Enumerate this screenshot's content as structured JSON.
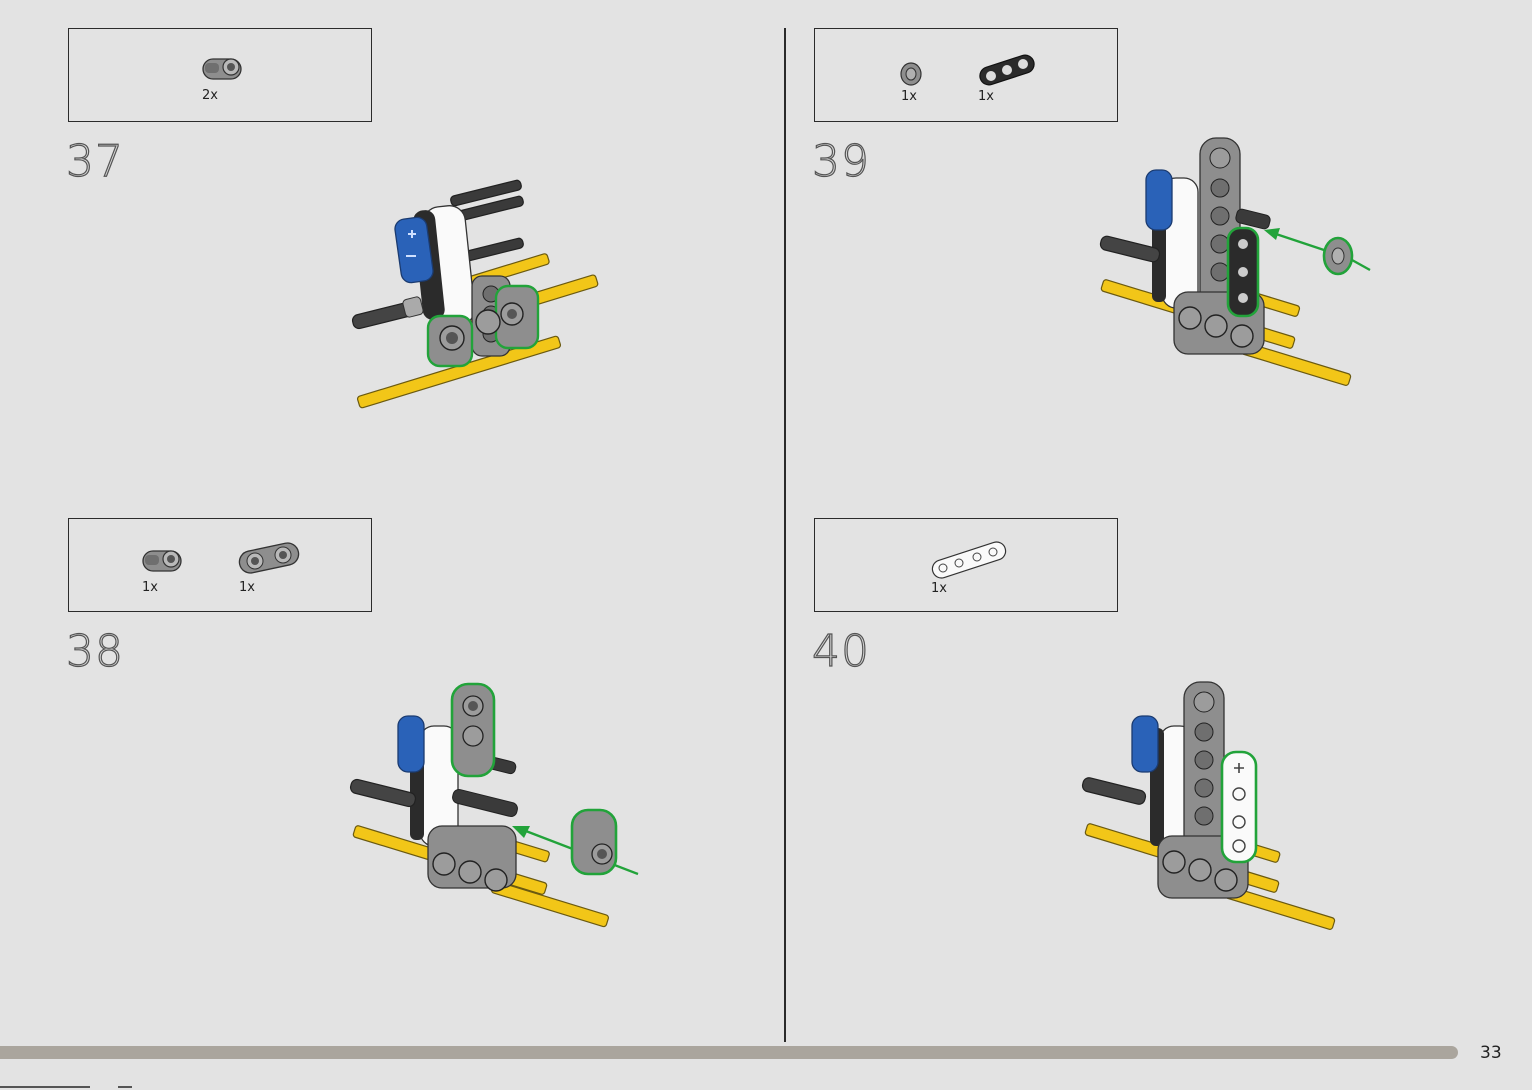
{
  "steps": [
    {
      "number": "37",
      "parts": [
        {
          "name": "grey-cross-connector",
          "qty": "2x"
        }
      ]
    },
    {
      "number": "38",
      "parts": [
        {
          "name": "grey-cross-connector",
          "qty": "1x"
        },
        {
          "name": "grey-double-cross-connector",
          "qty": "1x"
        }
      ]
    },
    {
      "number": "39",
      "parts": [
        {
          "name": "grey-bush",
          "qty": "1x"
        },
        {
          "name": "black-liftarm-3",
          "qty": "1x"
        }
      ]
    },
    {
      "number": "40",
      "parts": [
        {
          "name": "white-liftarm-4",
          "qty": "1x"
        }
      ]
    }
  ],
  "footer": {
    "page_number": "33"
  },
  "colors": {
    "background": "#e3e3e3",
    "highlight_green": "#22a33a",
    "axle_yellow": "#f2c618",
    "liftarm_grey": "#8e8e8e",
    "panel_blue": "#2a62b8",
    "progress_bar": "#aaa59d"
  }
}
